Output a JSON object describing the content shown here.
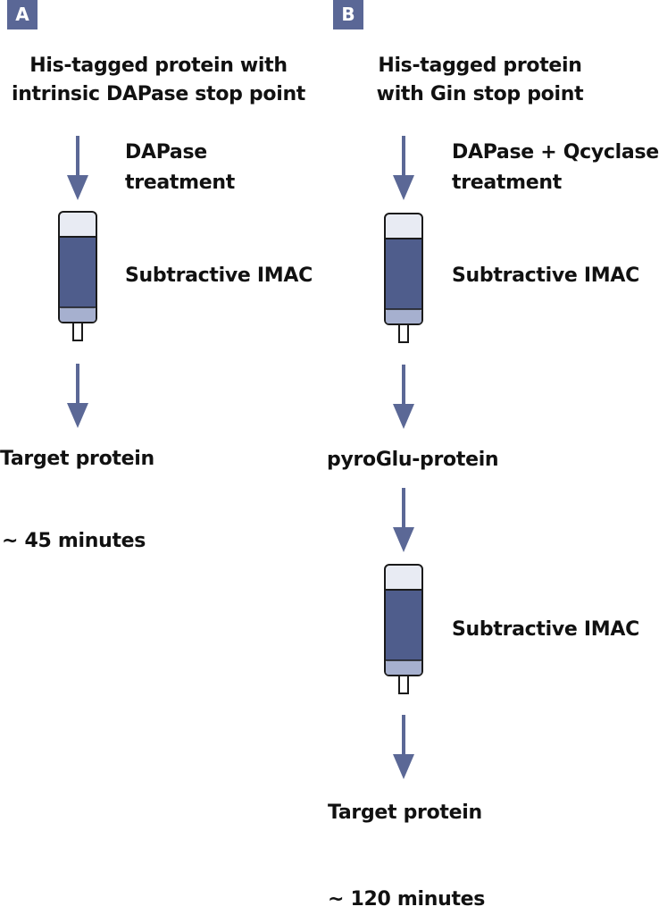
{
  "colors": {
    "arrow": "#5b6896",
    "badge": "#5a6796",
    "column_fill": "#4f5d8c",
    "column_light": "#a6b0cf",
    "column_glass": "#e8ebf3",
    "outline": "#1a1a1a"
  },
  "panel_a": {
    "badge": "A",
    "title_line1": "His-tagged protein with",
    "title_line2": "intrinsic DAPase stop point",
    "step1_line1": "DAPase",
    "step1_line2": "treatment",
    "step2": "Subtractive IMAC",
    "result": "Target protein",
    "time": "~ 45 minutes"
  },
  "panel_b": {
    "badge": "B",
    "title_line1": "His-tagged protein",
    "title_line2": "with Gin stop point",
    "step1_line1": "DAPase + Qcyclase",
    "step1_line2": "treatment",
    "step2": "Subtractive IMAC",
    "intermediate": "pyroGlu-protein",
    "step3": "Subtractive IMAC",
    "result": "Target protein",
    "time": "~ 120 minutes"
  }
}
